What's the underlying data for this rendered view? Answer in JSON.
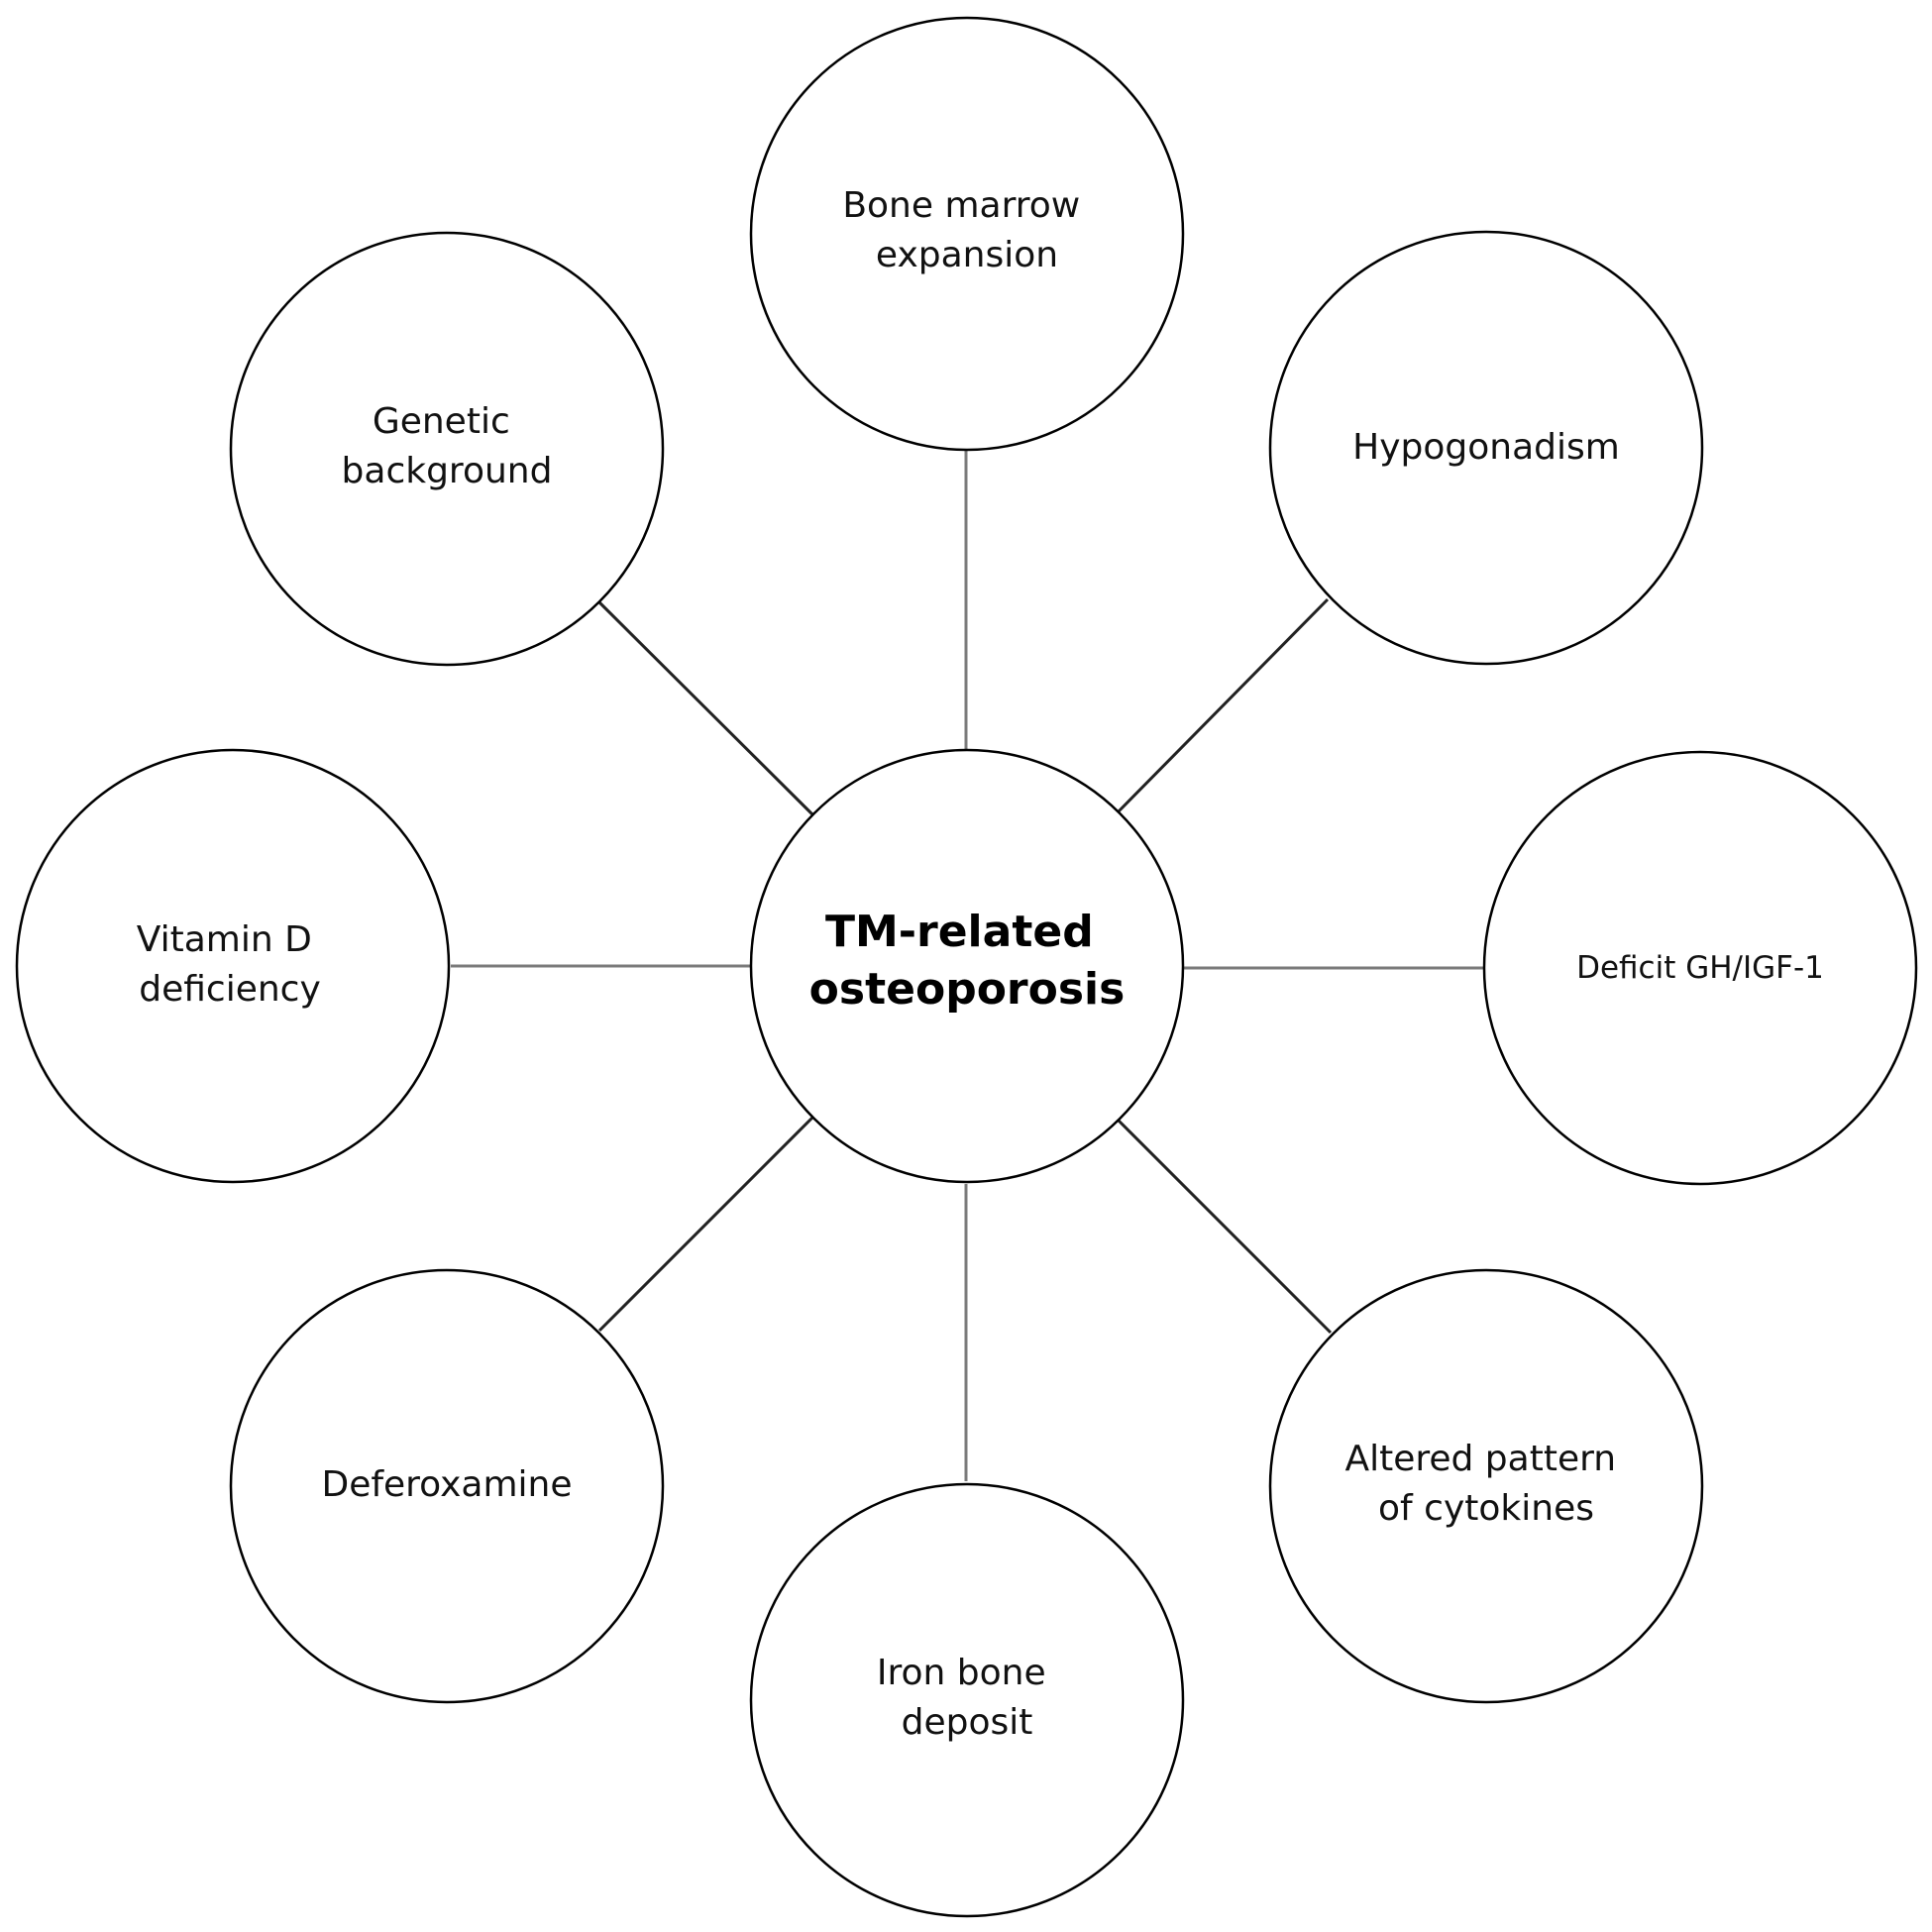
{
  "center": {
    "lines": [
      "TM-related",
      "osteoporosis"
    ]
  },
  "nodes": [
    {
      "id": "bone-marrow-expansion",
      "lines": [
        "Bone marrow",
        "expansion"
      ]
    },
    {
      "id": "hypogonadism",
      "lines": [
        "Hypogonadism"
      ]
    },
    {
      "id": "deficit-gh-igf1",
      "lines": [
        "Deficit GH/IGF-1"
      ]
    },
    {
      "id": "altered-cytokines",
      "lines": [
        "Altered pattern",
        "of cytokines"
      ]
    },
    {
      "id": "iron-bone-deposit",
      "lines": [
        "Iron bone",
        "deposit"
      ]
    },
    {
      "id": "deferoxamine",
      "lines": [
        "Deferoxamine"
      ]
    },
    {
      "id": "vitamin-d-deficiency",
      "lines": [
        "Vitamin D",
        "deficiency"
      ]
    },
    {
      "id": "genetic-background",
      "lines": [
        "Genetic",
        "background"
      ]
    }
  ]
}
